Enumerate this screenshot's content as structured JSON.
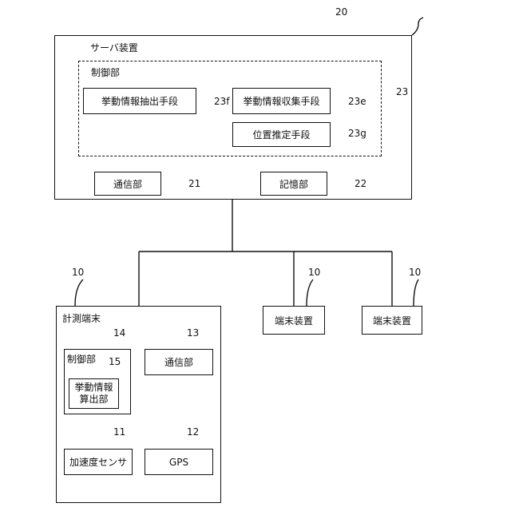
{
  "server": {
    "title": "サーバ装置",
    "ref": "20",
    "control": {
      "title": "制御部",
      "ref": "23",
      "extract": {
        "label": "挙動情報抽出手段",
        "ref": "23f"
      },
      "collect": {
        "label": "挙動情報収集手段",
        "ref": "23e"
      },
      "estimate": {
        "label": "位置推定手段",
        "ref": "23g"
      }
    },
    "comm": {
      "label": "通信部",
      "ref": "21"
    },
    "storage": {
      "label": "記憶部",
      "ref": "22"
    }
  },
  "terminals": {
    "measure": {
      "title": "計測端末",
      "ref": "10",
      "control": {
        "title": "制御部",
        "ref": "14"
      },
      "calc": {
        "line1": "挙動情報",
        "line2": "算出部",
        "ref": "15"
      },
      "comm": {
        "label": "通信部",
        "ref": "13"
      },
      "accel": {
        "label": "加速度センサ",
        "ref": "11"
      },
      "gps": {
        "label": "GPS",
        "ref": "12"
      }
    },
    "device1": {
      "label": "端末装置",
      "ref": "10"
    },
    "device2": {
      "label": "端末装置",
      "ref": "10"
    }
  }
}
